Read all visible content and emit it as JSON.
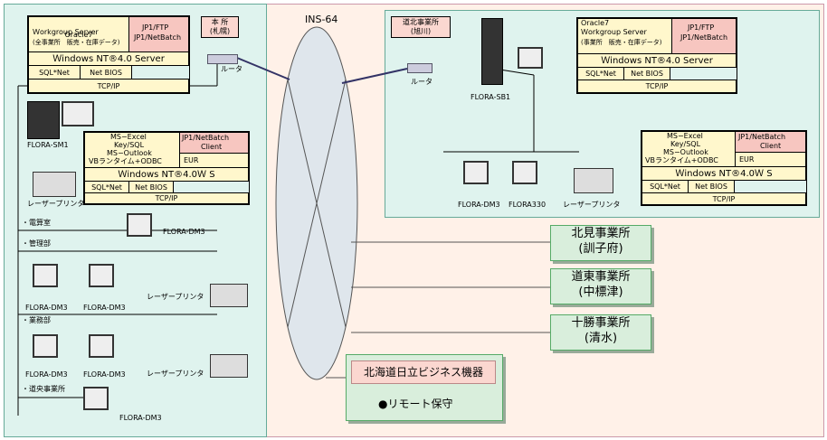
{
  "network": {
    "label": "INS-64"
  },
  "honsha": {
    "tag": [
      "本 所",
      "(札幌)"
    ],
    "router": "ルータ",
    "server_stack": {
      "app": [
        "Oracle7",
        "Ｗorkgroup Server",
        "(全事業所　販売・在庫データ)"
      ],
      "jp1": [
        "JP1/FTP",
        "JP1/NetBatch"
      ],
      "os": "Ｗindows NT®4.0 Server",
      "net": [
        "SQL*Net",
        "Net BIOS"
      ],
      "tcp": "TCP/IP"
    },
    "server_name": "FLORA-SM1",
    "client_stack": {
      "app": [
        "MS−Excel",
        "Key/SQL",
        "MS−Outlook",
        "VBランタイム+ODBC"
      ],
      "jp1": [
        "JP1/NetBatch",
        "Client"
      ],
      "eur": "EUR",
      "os": "Ｗindows NT®4.0Ｗ S",
      "net": [
        "SQL*Net",
        "Net BIOS"
      ],
      "tcp": "TCP/IP"
    },
    "printer_label": "レーザープリンタ",
    "sections": {
      "densan": "・電算室",
      "kanri": "・管理部",
      "gyomu": "・業務部",
      "doo": "・道央事業所"
    },
    "pc_label": "FLORA-DM3"
  },
  "dohoku": {
    "tag": [
      "道北事業所",
      "(旭川)"
    ],
    "router": "ルータ",
    "server_name": "FLORA-SB1",
    "server_stack": {
      "app": [
        "Oracle7",
        "Ｗorkgroup Server",
        "(事業所　販売・在庫データ)"
      ],
      "jp1": [
        "JP1/FTP",
        "JP1/NetBatch"
      ],
      "os": "Ｗindows NT®4.0 Server",
      "net": [
        "SQL*Net",
        "Net BIOS"
      ],
      "tcp": "TCP/IP"
    },
    "client_stack": {
      "app": [
        "MS−Excel",
        "Key/SQL",
        "MS−Outlook",
        "VBランタイム+ODBC"
      ],
      "jp1": [
        "JP1/NetBatch",
        "Client"
      ],
      "eur": "EUR",
      "os": "Ｗindows NT®4.0Ｗ S",
      "net": [
        "SQL*Net",
        "Net BIOS"
      ],
      "tcp": "TCP/IP"
    },
    "pc1": "FLORA-DM3",
    "pc2": "FLORA330",
    "printer": "レーザープリンタ"
  },
  "offices": [
    {
      "name": "北見事業所",
      "sub": "(訓子府)"
    },
    {
      "name": "道東事業所",
      "sub": "(中標津)"
    },
    {
      "name": "十勝事業所",
      "sub": "(清水)"
    }
  ],
  "vendor": {
    "name": "北海道日立ビジネス機器",
    "service": "●リモート保守"
  }
}
